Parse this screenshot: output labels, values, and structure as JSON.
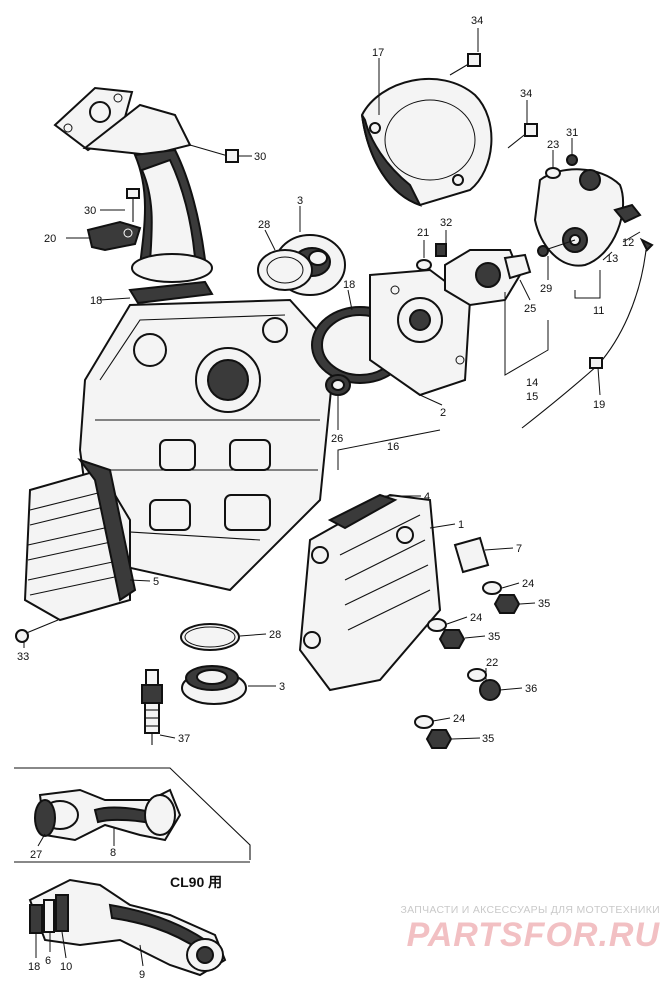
{
  "diagram": {
    "variant_label": "CL90 用",
    "callouts": [
      {
        "id": "c34a",
        "text": "34"
      },
      {
        "id": "c17",
        "text": "17"
      },
      {
        "id": "c34b",
        "text": "34"
      },
      {
        "id": "c31",
        "text": "31"
      },
      {
        "id": "c23",
        "text": "23"
      },
      {
        "id": "c30a",
        "text": "30"
      },
      {
        "id": "c3a",
        "text": "3"
      },
      {
        "id": "c28a",
        "text": "28"
      },
      {
        "id": "c30b",
        "text": "30"
      },
      {
        "id": "c20",
        "text": "20"
      },
      {
        "id": "c21",
        "text": "21"
      },
      {
        "id": "c32",
        "text": "32"
      },
      {
        "id": "c12",
        "text": "12"
      },
      {
        "id": "c13",
        "text": "13"
      },
      {
        "id": "c18a",
        "text": "18"
      },
      {
        "id": "c18b",
        "text": "18"
      },
      {
        "id": "c29",
        "text": "29"
      },
      {
        "id": "c25",
        "text": "25"
      },
      {
        "id": "c11",
        "text": "11"
      },
      {
        "id": "c14",
        "text": "14"
      },
      {
        "id": "c15",
        "text": "15"
      },
      {
        "id": "c19",
        "text": "19"
      },
      {
        "id": "c2",
        "text": "2"
      },
      {
        "id": "c26",
        "text": "26"
      },
      {
        "id": "c16",
        "text": "16"
      },
      {
        "id": "c4",
        "text": "4"
      },
      {
        "id": "c1",
        "text": "1"
      },
      {
        "id": "c7",
        "text": "7"
      },
      {
        "id": "c5",
        "text": "5"
      },
      {
        "id": "c24a",
        "text": "24"
      },
      {
        "id": "c35a",
        "text": "35"
      },
      {
        "id": "c24b",
        "text": "24"
      },
      {
        "id": "c35b",
        "text": "35"
      },
      {
        "id": "c28b",
        "text": "28"
      },
      {
        "id": "c33",
        "text": "33"
      },
      {
        "id": "c22",
        "text": "22"
      },
      {
        "id": "c3b",
        "text": "3"
      },
      {
        "id": "c36",
        "text": "36"
      },
      {
        "id": "c37",
        "text": "37"
      },
      {
        "id": "c24c",
        "text": "24"
      },
      {
        "id": "c35c",
        "text": "35"
      },
      {
        "id": "c27",
        "text": "27"
      },
      {
        "id": "c8",
        "text": "8"
      },
      {
        "id": "c18c",
        "text": "18"
      },
      {
        "id": "c6",
        "text": "6"
      },
      {
        "id": "c10",
        "text": "10"
      },
      {
        "id": "c9",
        "text": "9"
      }
    ]
  },
  "watermark": {
    "tagline": "ЗАПЧАСТИ И АКСЕССУАРЫ ДЛЯ МОТОТЕХНИКИ",
    "brand": "PARTSFOR.RU"
  }
}
